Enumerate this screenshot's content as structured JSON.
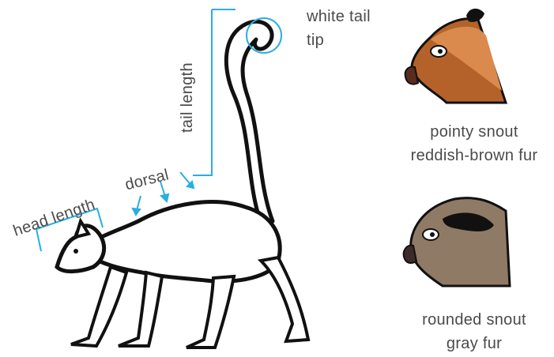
{
  "labels": {
    "white_tail_tip_line1": "white tail",
    "white_tail_tip_line2": "tip",
    "tail_length": "tail length",
    "dorsal": "dorsal",
    "head_length": "head length"
  },
  "species": [
    {
      "snout": "pointy snout",
      "fur": "reddish-brown fur"
    },
    {
      "snout": "rounded snout",
      "fur": "gray fur"
    }
  ],
  "colors": {
    "annotation": "#2aaee0",
    "label_text": "#4a4a4a",
    "outline": "#111111",
    "reddish_fur": "#b5622a",
    "gray_fur": "#8f7a66"
  },
  "icons": [
    "lemur-body-illustration",
    "reddish-lemur-head-icon",
    "gray-lemur-head-icon"
  ]
}
